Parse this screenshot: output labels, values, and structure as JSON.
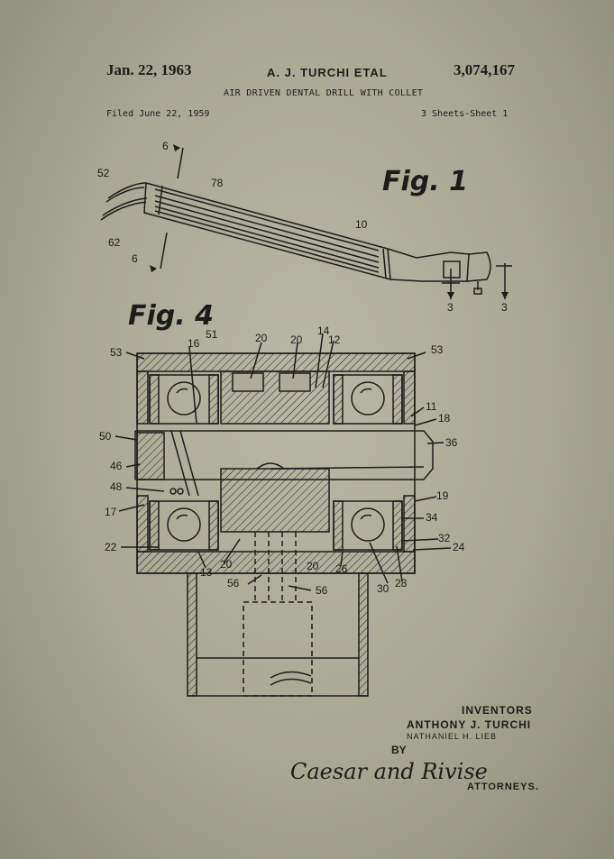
{
  "header": {
    "date": "Jan. 22, 1963",
    "inventor_line": "A. J. TURCHI ETAL",
    "patent_number": "3,074,167",
    "title": "AIR DRIVEN DENTAL DRILL WITH COLLET",
    "filed": "Filed June 22, 1959",
    "sheets": "3 Sheets-Sheet 1"
  },
  "figures": {
    "fig1_label": "Fig. 1",
    "fig4_label": "Fig. 4"
  },
  "fig1_refs": {
    "r6a": "6",
    "r52": "52",
    "r78": "78",
    "r10": "10",
    "r62": "62",
    "r6b": "6",
    "r3a": "3",
    "r3b": "3"
  },
  "fig4_refs": {
    "r53l": "53",
    "r16": "16",
    "r51": "51",
    "r20a": "20",
    "r20b": "20",
    "r14": "14",
    "r12": "12",
    "r53r": "53",
    "r11": "11",
    "r18": "18",
    "r50": "50",
    "r36": "36",
    "r46": "46",
    "r48": "48",
    "r19": "19",
    "r17": "17",
    "r34": "34",
    "r22": "22",
    "r32": "32",
    "r24": "24",
    "r13": "13",
    "r20c": "20",
    "r20d": "20",
    "r26": "26",
    "r30": "30",
    "r28": "28",
    "r56a": "56",
    "r56b": "56"
  },
  "footer": {
    "inventors_heading": "INVENTORS",
    "inventor_1": "ANTHONY J. TURCHI",
    "inventor_2": "NATHANIEL H. LIEB",
    "by": "BY",
    "signature": "Caesar and Rivise",
    "attorneys": "ATTORNEYS."
  },
  "colors": {
    "paper": "#aeac97",
    "ink": "#1c1c1a"
  }
}
